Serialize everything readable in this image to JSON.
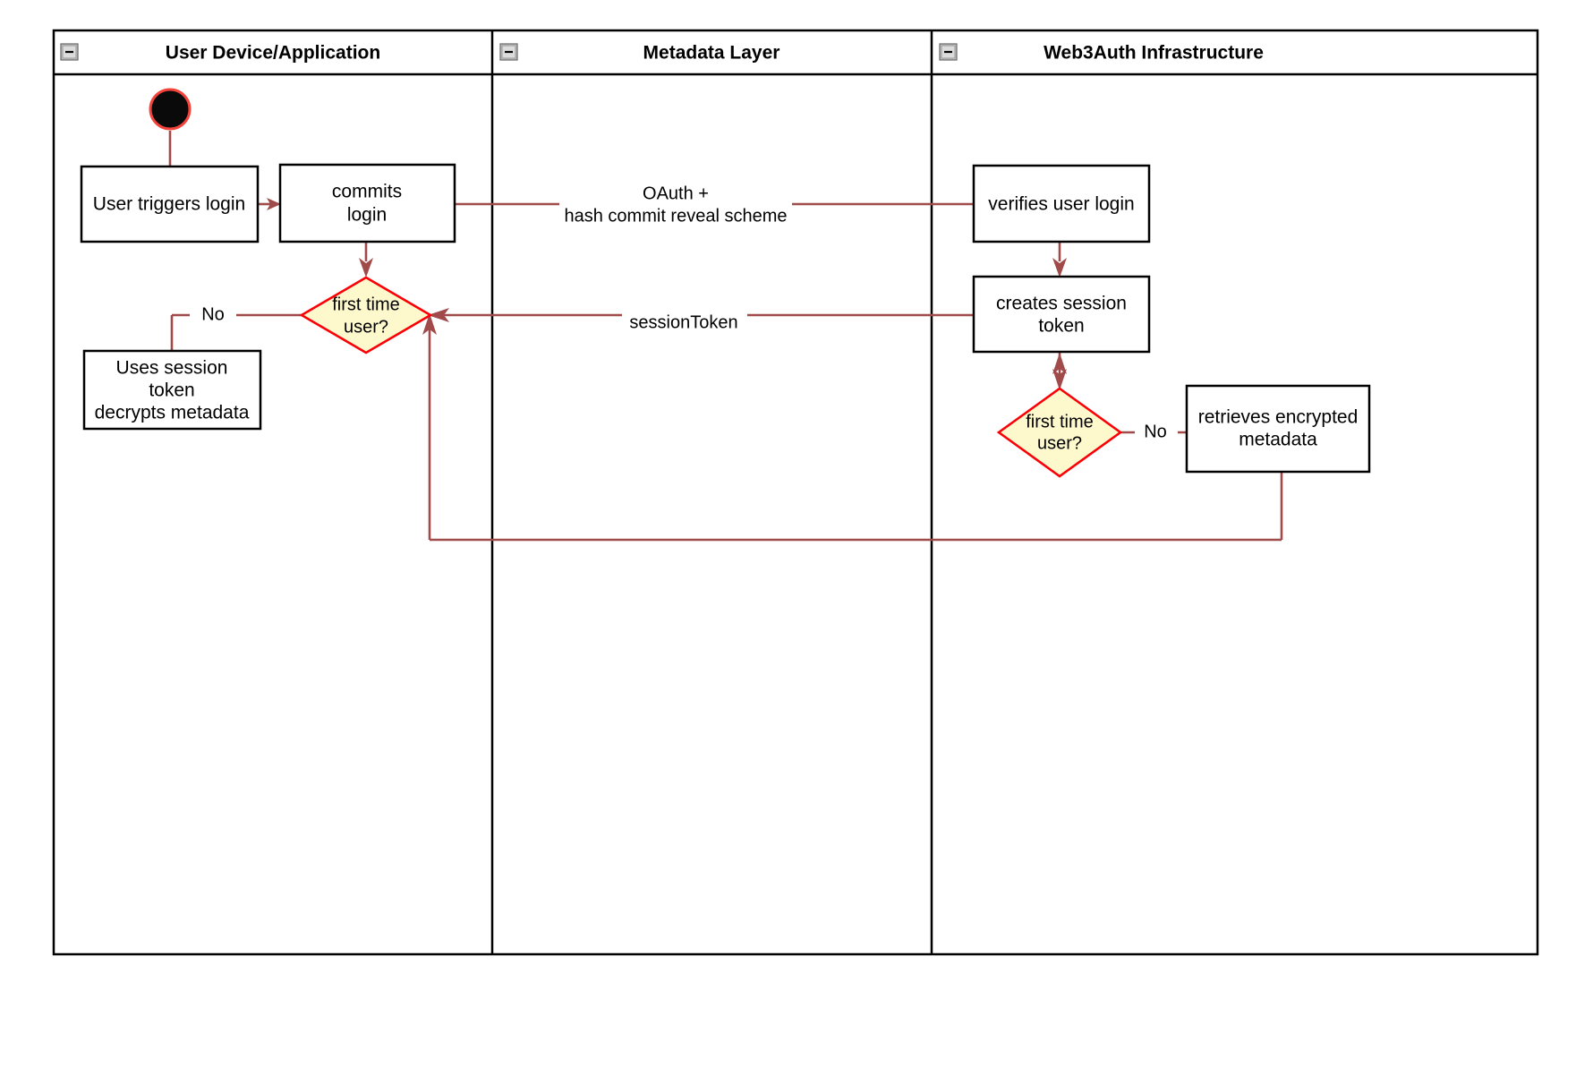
{
  "diagram": {
    "type": "uml-activity-swimlane",
    "background_color": "#ffffff",
    "line_color": "#a04a4a",
    "decision_fill": "#fdf9cd",
    "decision_stroke": "#fb0007",
    "node_stroke": "#000000",
    "start_node_fill": "#0a0a0a",
    "start_node_ring": "#f4433a"
  },
  "lanes": [
    {
      "id": "lane-user-device",
      "title": "User Device/Application",
      "collapse_icon": "minus-icon"
    },
    {
      "id": "lane-metadata",
      "title": "Metadata Layer",
      "collapse_icon": "minus-icon"
    },
    {
      "id": "lane-web3auth",
      "title": "Web3Auth Infrastructure",
      "collapse_icon": "minus-icon"
    }
  ],
  "nodes": {
    "start": {
      "name": "start-node",
      "kind": "initial"
    },
    "user_triggers_login": {
      "name": "user-triggers-login",
      "kind": "action",
      "lines": [
        "User triggers login"
      ]
    },
    "commits_login": {
      "name": "commits-login",
      "kind": "action",
      "lines": [
        "commits",
        "login"
      ]
    },
    "first_time_user_left": {
      "name": "first-time-user-decision-left",
      "kind": "decision",
      "lines": [
        "first time",
        "user?"
      ]
    },
    "uses_session_token": {
      "name": "uses-session-token-decrypts-metadata",
      "kind": "action",
      "lines": [
        "Uses session",
        "token",
        "decrypts metadata"
      ]
    },
    "verifies_user_login": {
      "name": "verifies-user-login",
      "kind": "action",
      "lines": [
        "verifies user login"
      ]
    },
    "creates_session_token": {
      "name": "creates-session-token",
      "kind": "action",
      "lines": [
        "creates session",
        "token"
      ]
    },
    "first_time_user_right": {
      "name": "first-time-user-decision-right",
      "kind": "decision",
      "lines": [
        "first time",
        "user?"
      ]
    },
    "retrieves_encrypted_metadata": {
      "name": "retrieves-encrypted-metadata",
      "kind": "action",
      "lines": [
        "retrieves encrypted",
        "metadata"
      ]
    }
  },
  "edge_labels": {
    "oauth_line1": "OAuth +",
    "oauth_line2": "hash commit reveal scheme",
    "session_token": "sessionToken",
    "no_left": "No",
    "no_right": "No"
  }
}
